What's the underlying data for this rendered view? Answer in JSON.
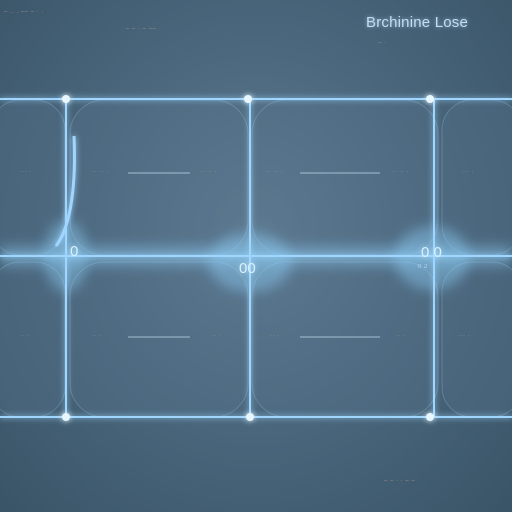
{
  "header": {
    "title": "Brchinine Lose",
    "top_left_caption": "– .. . –– – · ·",
    "top_caption_2": "– – · – ––",
    "top_right_caption": "– ·"
  },
  "row1_labels": {
    "col1": "··· ·",
    "col2": "·· ·· ·",
    "col3": "·· ·· ·",
    "col4": "·· ·· ·",
    "col5": "·· ·· ·",
    "col6": "··· ·"
  },
  "row2_labels": {
    "col1": "·· ·",
    "col2": "·· ·",
    "col3": "·· ·",
    "col4": "·· ·",
    "col5": "·· ·",
    "col6": "··· ·"
  },
  "node_values": {
    "left": "0",
    "center": "00",
    "right": "0 0",
    "right_sub": "0 2"
  },
  "footer": {
    "bottom_caption": "– – · · – –"
  },
  "colors": {
    "glow": "#bfe6ff",
    "line": "#9fd6ff",
    "fill": "#8ecdf0",
    "background": "#4b687e"
  }
}
